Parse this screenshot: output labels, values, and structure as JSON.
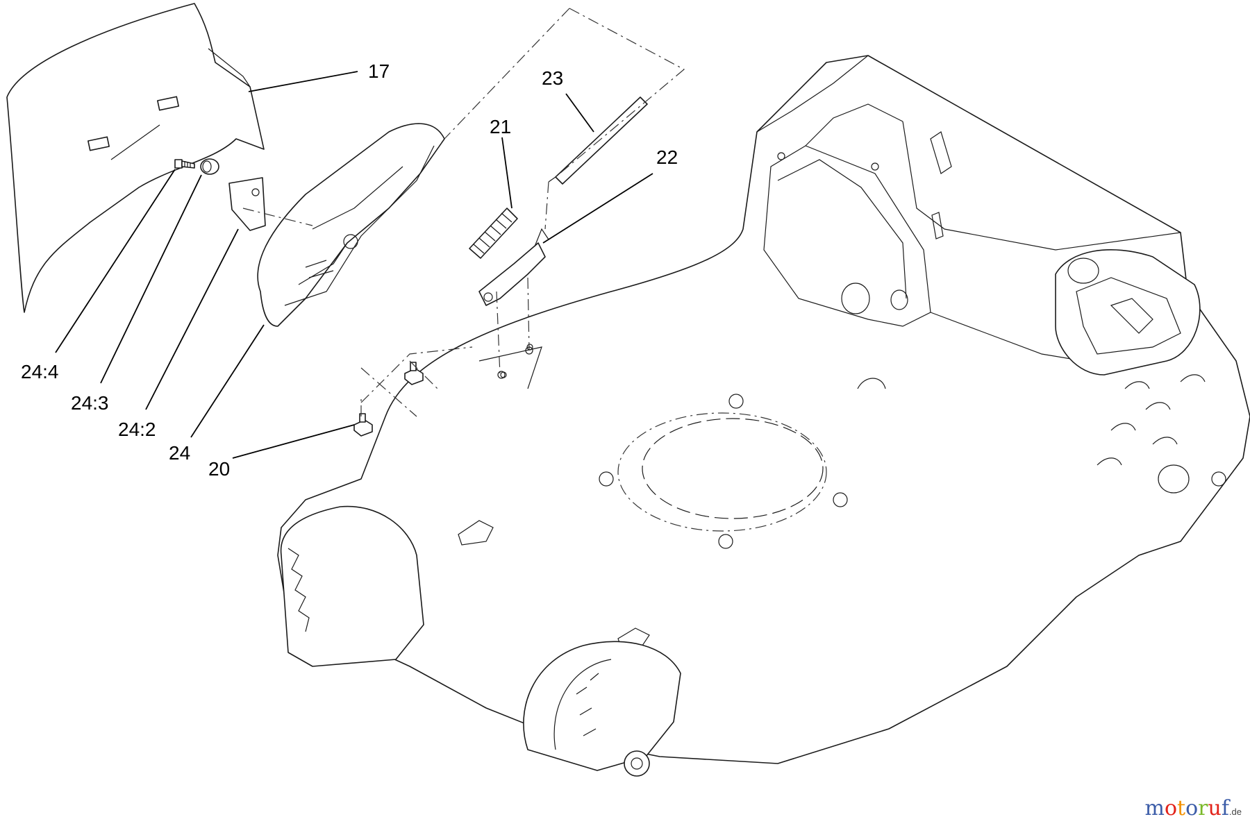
{
  "callouts": [
    {
      "id": "p17",
      "label": "17"
    },
    {
      "id": "p23",
      "label": "23"
    },
    {
      "id": "p21",
      "label": "21"
    },
    {
      "id": "p22",
      "label": "22"
    },
    {
      "id": "p24_4",
      "label": "24:4"
    },
    {
      "id": "p24_3",
      "label": "24:3"
    },
    {
      "id": "p24_2",
      "label": "24:2"
    },
    {
      "id": "p24",
      "label": "24"
    },
    {
      "id": "p20",
      "label": "20"
    }
  ],
  "watermark": {
    "letters": [
      "m",
      "o",
      "t",
      "o",
      "r",
      "u",
      "f"
    ],
    "colors": [
      "#3b5ca8",
      "#e2231a",
      "#f39200",
      "#3b5ca8",
      "#7ab929",
      "#e2231a",
      "#3b5ca8"
    ],
    "suffix": ".de"
  }
}
